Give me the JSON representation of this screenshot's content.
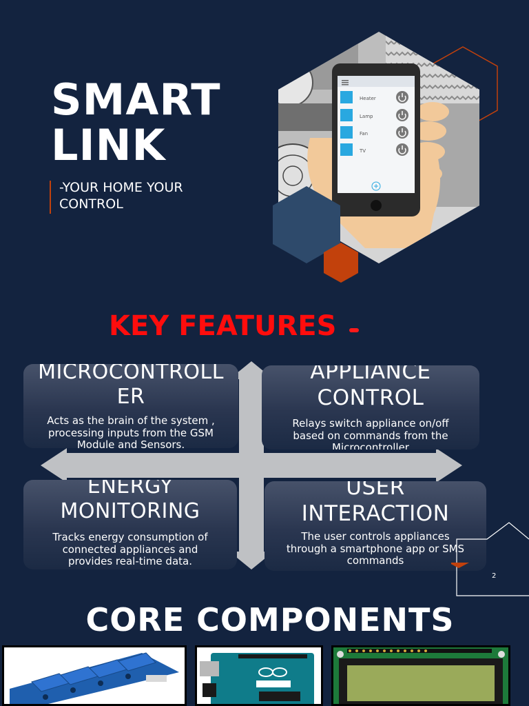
{
  "hero": {
    "title_line1": "SMART",
    "title_line2": "LINK",
    "subtitle_line1": "-YOUR HOME YOUR",
    "subtitle_line2": "CONTROL"
  },
  "phone_app": {
    "items": [
      {
        "label": "Heater",
        "icon": "heater-icon"
      },
      {
        "label": "Lamp",
        "icon": "lamp-icon"
      },
      {
        "label": "Fan",
        "icon": "fan-icon"
      },
      {
        "label": "TV",
        "icon": "tv-icon"
      }
    ],
    "add_icon": "plus-icon"
  },
  "features_heading": "KEY FEATURES",
  "features": [
    {
      "title_line1": "MICROCONTROLL",
      "title_line2": "ER",
      "desc_line1": "Acts as the brain of the system ,",
      "desc_line2": "processing inputs from the  GSM",
      "desc_line3": "Module and Sensors."
    },
    {
      "title_line1": "APPLIANCE",
      "title_line2": "CONTROL",
      "desc_line1": "Relays switch appliance on/off",
      "desc_line2": "based on commands from the",
      "desc_line3": "Microcontroller"
    },
    {
      "title_line1": "ENERGY",
      "title_line2": "MONITORING",
      "desc_line1": "Tracks energy consumption of",
      "desc_line2": "connected appliances and",
      "desc_line3": "provides real-time data."
    },
    {
      "title_line1": "USER",
      "title_line2": "INTERACTION",
      "desc_line1": "The user controls appliances",
      "desc_line2": "through a smartphone app or SMS",
      "desc_line3": "commands"
    }
  ],
  "components_heading": "CORE COMPONENTS",
  "page_number": "2",
  "colors": {
    "background": "#13233f",
    "heading_red": "#ff0d0d",
    "accent_orange": "#c2410c",
    "hex_blue": "#2e4a6b"
  }
}
